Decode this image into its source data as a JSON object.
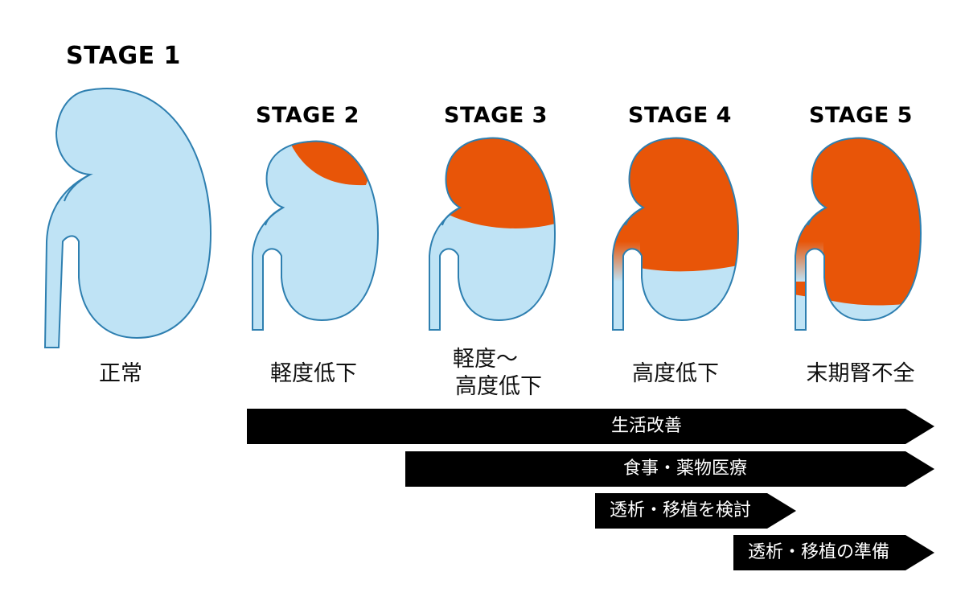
{
  "colors": {
    "healthy": "#bfe3f5",
    "damaged": "#e85508",
    "outline": "#2e7fb0",
    "arrow": "#000000"
  },
  "stages": [
    {
      "title": "STAGE 1",
      "label": "正常",
      "damage": 0
    },
    {
      "title": "STAGE 2",
      "label": "軽度低下",
      "damage": 0.2
    },
    {
      "title": "STAGE 3",
      "label_lines": [
        "軽度〜",
        "高度低下"
      ],
      "damage": 0.45
    },
    {
      "title": "STAGE 4",
      "label": "高度低下",
      "damage": 0.7
    },
    {
      "title": "STAGE 5",
      "label": "末期腎不全",
      "damage": 0.9
    }
  ],
  "treatments": [
    {
      "label": "生活改善"
    },
    {
      "label": "食事・薬物医療"
    },
    {
      "label": "透析・移植を検討"
    },
    {
      "label": "透析・移植の準備"
    }
  ]
}
